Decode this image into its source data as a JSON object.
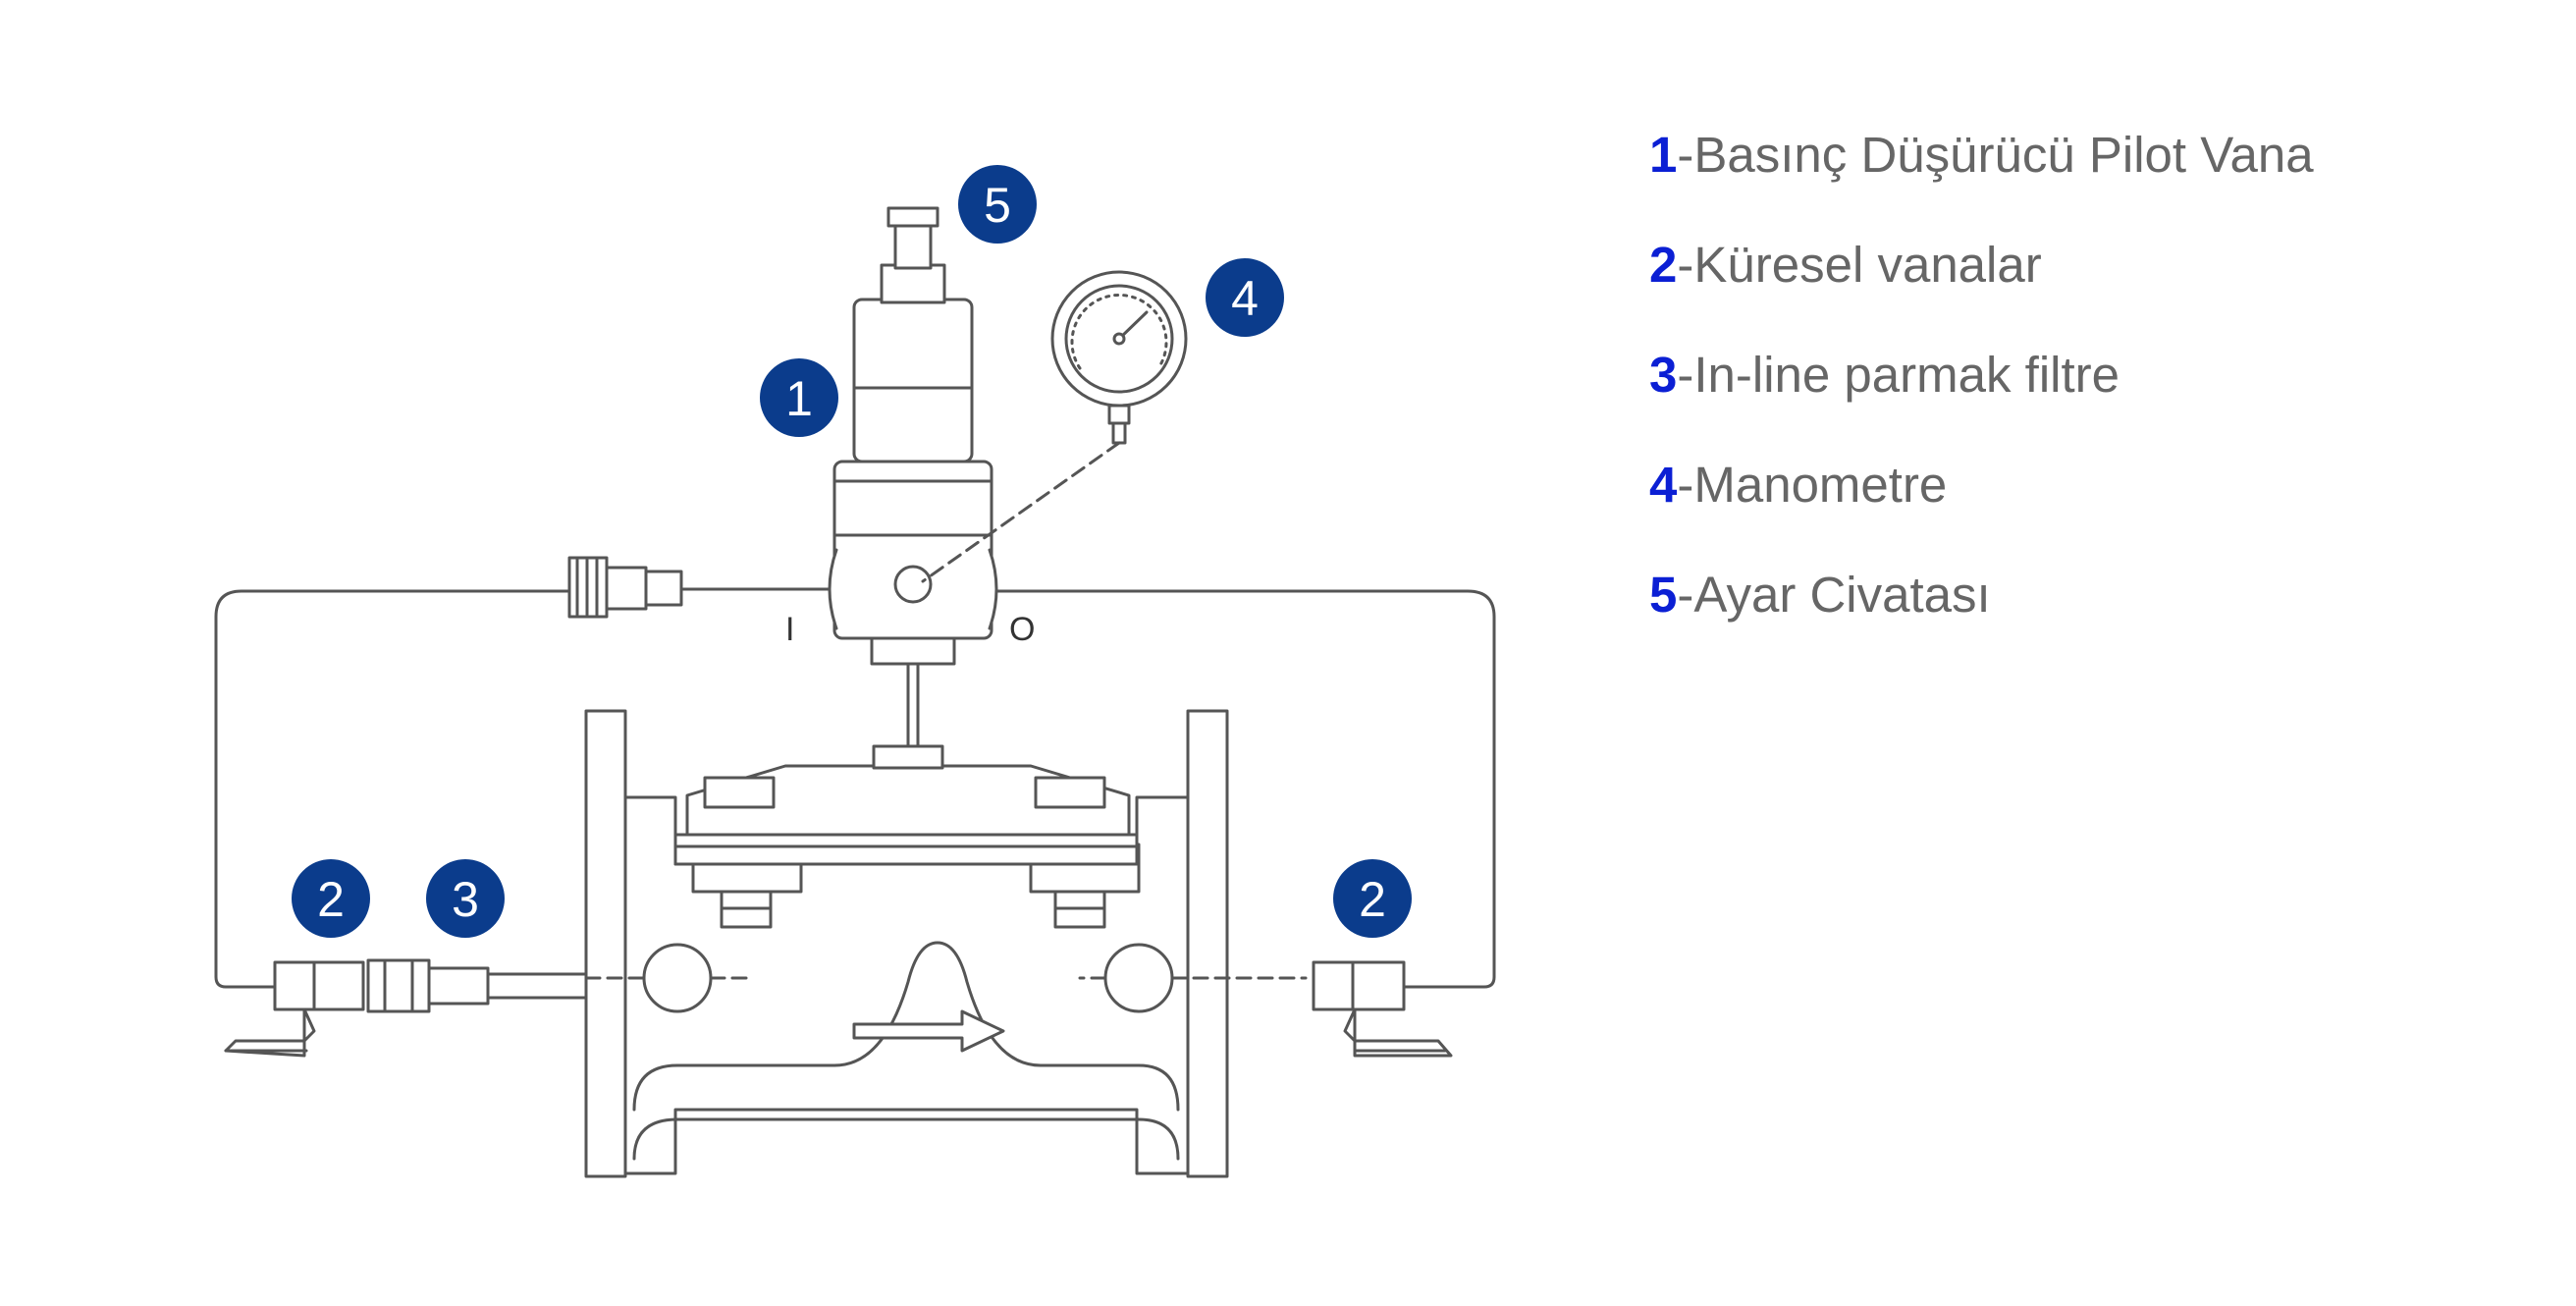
{
  "legend": [
    {
      "num": "1",
      "label": "-Basınç Düşürücü Pilot Vana"
    },
    {
      "num": "2",
      "label": "-Küresel vanalar"
    },
    {
      "num": "3",
      "label": "-In-line parmak filtre"
    },
    {
      "num": "4",
      "label": "-Manometre"
    },
    {
      "num": "5",
      "label": "-Ayar Civatası"
    }
  ],
  "callouts": {
    "pilot": "1",
    "ball_left": "2",
    "filter": "3",
    "gauge": "4",
    "screw": "5",
    "ball_right": "2"
  },
  "ports": {
    "inlet": "I",
    "outlet": "O"
  },
  "colors": {
    "callout_fill": "#0b3c8c",
    "legend_number": "#0b1fd4",
    "legend_text": "#666666",
    "line": "#555555"
  }
}
